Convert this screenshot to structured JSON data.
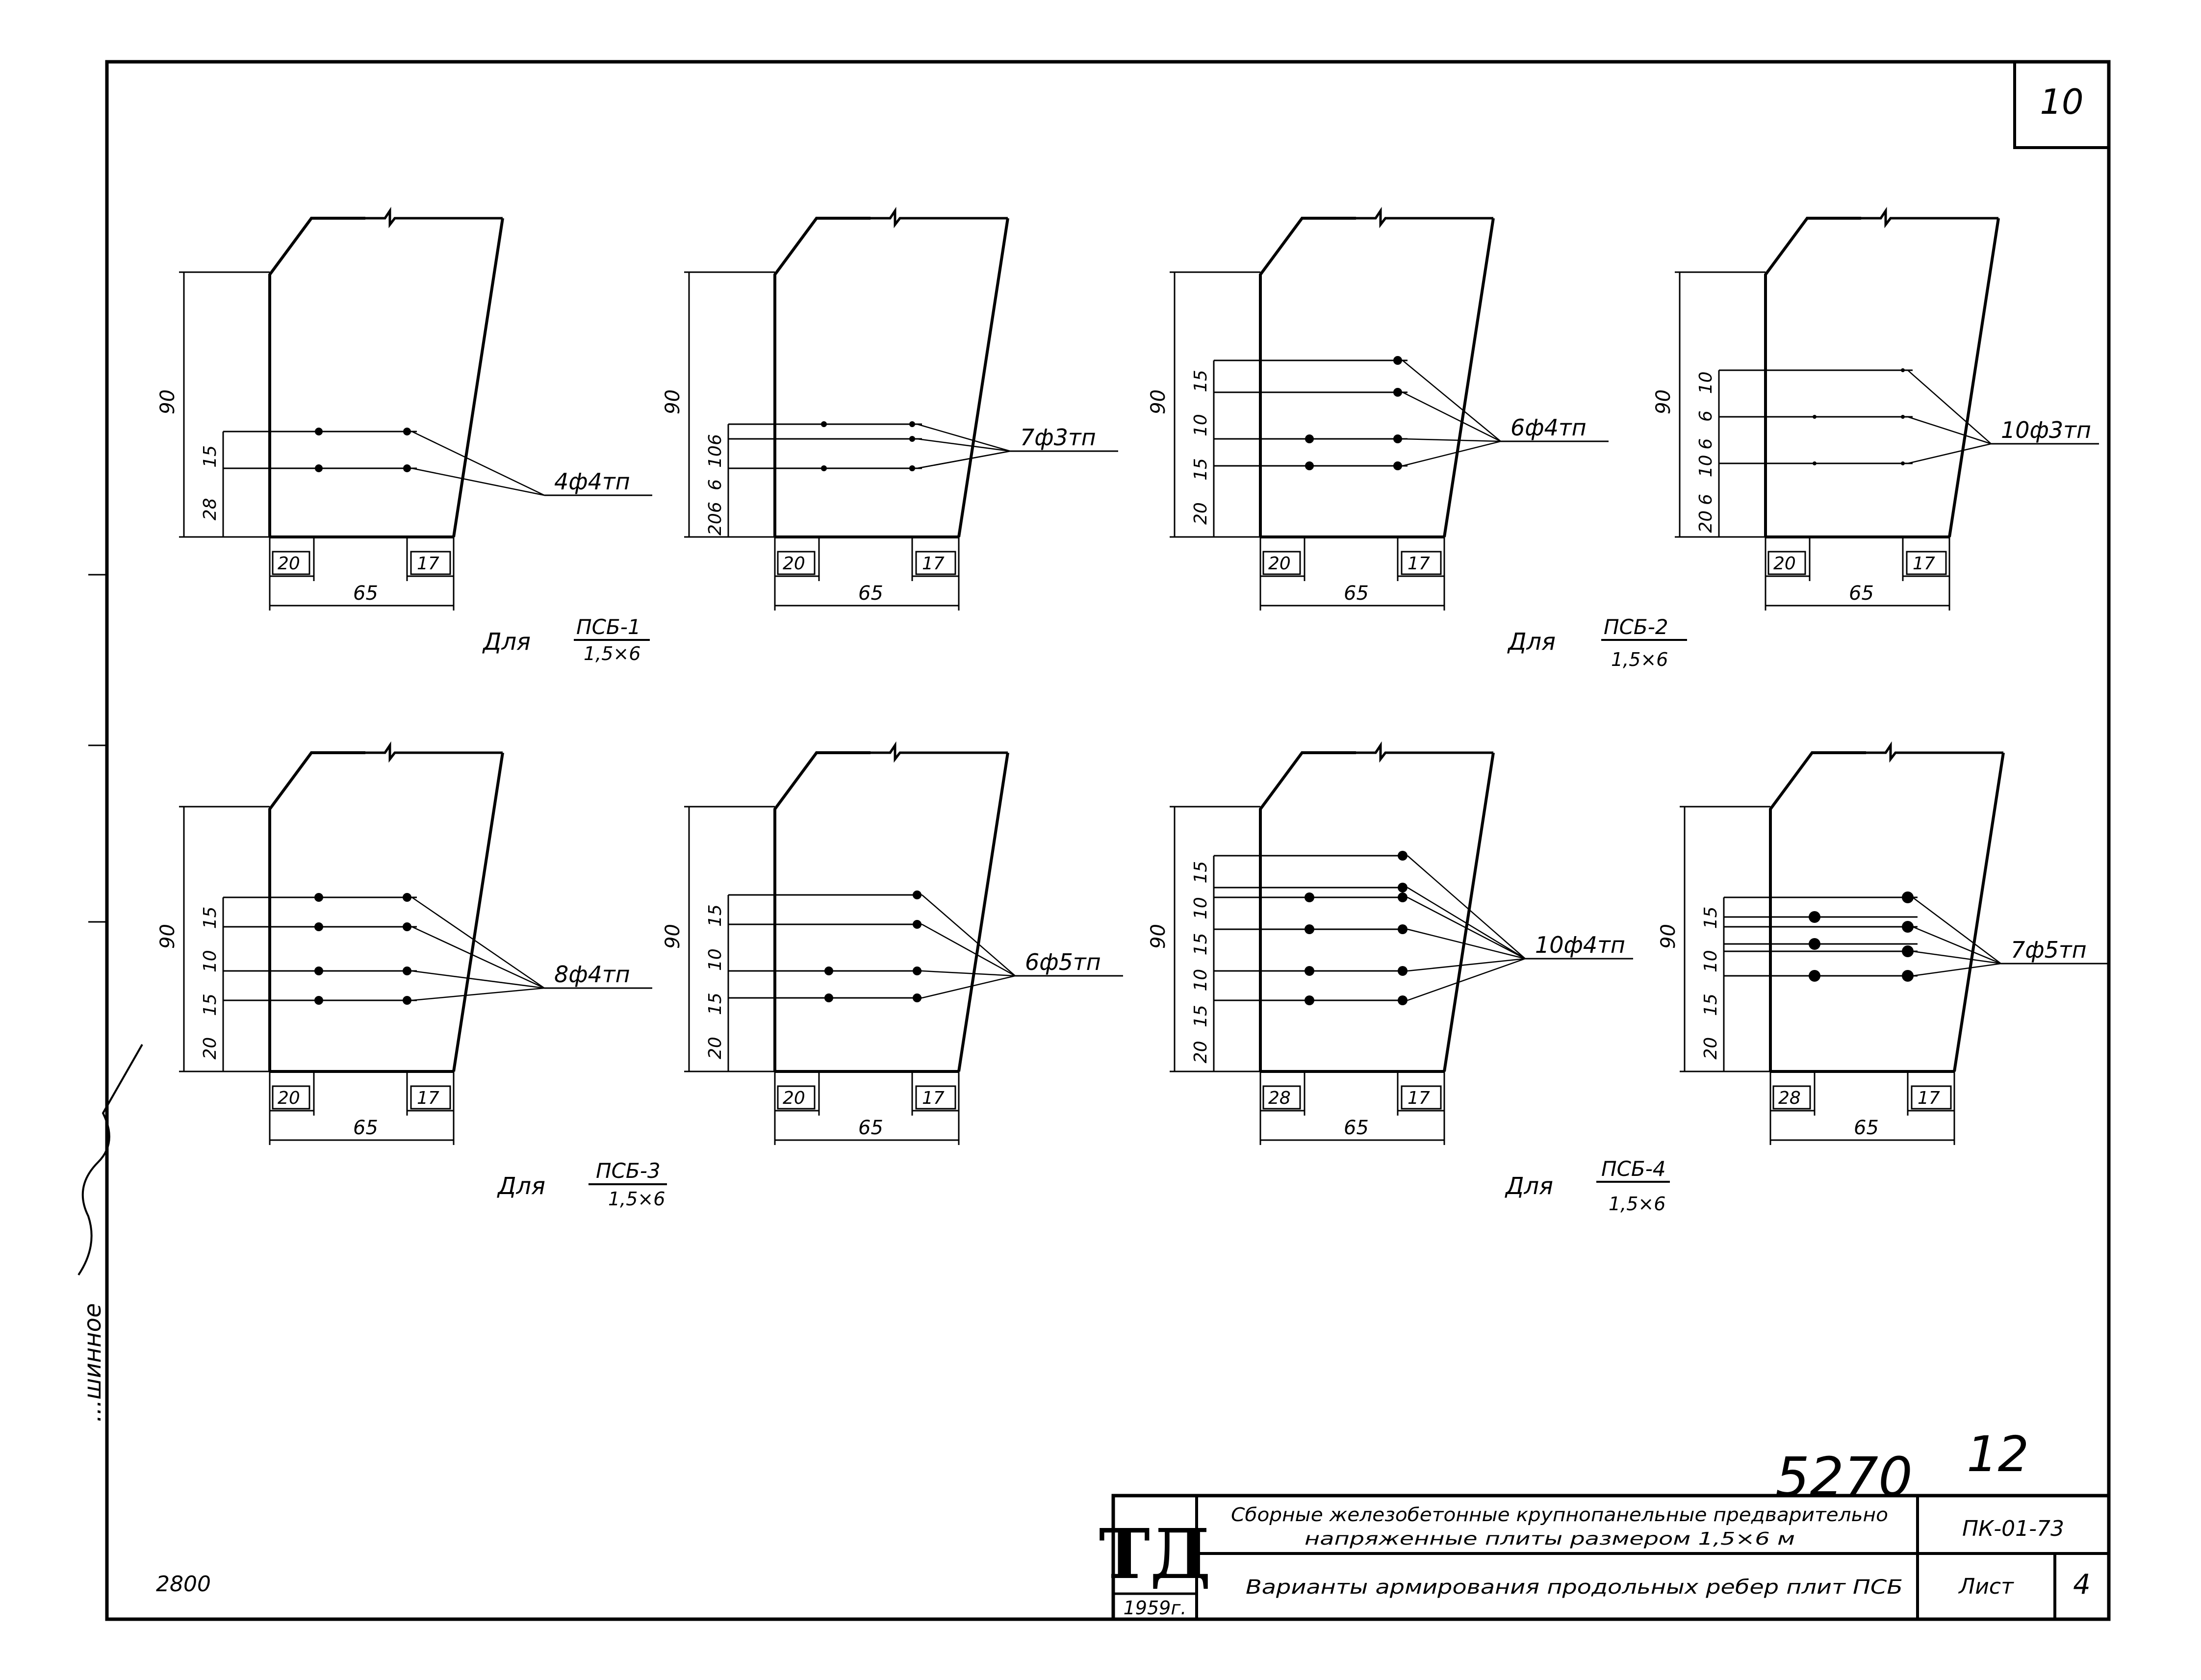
{
  "sheet": {
    "corner_number": "10",
    "archive_number": "5270",
    "archive_sheet": "12",
    "stamp_bottom_left": "2800",
    "margin_note": "...шинное"
  },
  "title_block": {
    "logo": "ТД",
    "year": "1959г.",
    "title_line1": "Сборные железобетонные крупнопанельные предварительно",
    "title_line2": "напряженные плиты размером 1,5×6 м",
    "subtitle": "Варианты армирования продольных ребер плит ПСБ",
    "code": "ПК-01-73",
    "sheet_label": "Лист",
    "sheet_no": "4"
  },
  "captions": {
    "row1_left": {
      "prefix": "Для",
      "num": "ПСБ-1",
      "den": "1,5×6"
    },
    "row1_right": {
      "prefix": "Для",
      "num": "ПСБ-2",
      "den": "1,5×6"
    },
    "row2_left": {
      "prefix": "Для",
      "num": "ПСБ-3",
      "den": "1,5×6"
    },
    "row2_right": {
      "prefix": "Для",
      "num": "ПСБ-4",
      "den": "1,5×6"
    }
  },
  "sections": [
    {
      "label": "4ф4тп",
      "vdims": [
        "90",
        "15",
        "28"
      ],
      "hdims": [
        "20",
        "17",
        "65"
      ]
    },
    {
      "label": "7ф3тп",
      "vdims": [
        "90",
        "6",
        "10",
        "6",
        "6",
        "20"
      ],
      "hdims": [
        "20",
        "17",
        "65"
      ]
    },
    {
      "label": "6ф4тп",
      "vdims": [
        "90",
        "15",
        "10",
        "15",
        "20"
      ],
      "hdims": [
        "20",
        "17",
        "65"
      ]
    },
    {
      "label": "10ф3тп",
      "vdims": [
        "90",
        "10",
        "6",
        "6",
        "10",
        "6",
        "20"
      ],
      "hdims": [
        "20",
        "17",
        "65"
      ]
    },
    {
      "label": "8ф4тп",
      "vdims": [
        "90",
        "15",
        "10",
        "15",
        "20"
      ],
      "hdims": [
        "20",
        "17",
        "65"
      ]
    },
    {
      "label": "6ф5тп",
      "vdims": [
        "90",
        "15",
        "10",
        "15",
        "20"
      ],
      "hdims": [
        "20",
        "17",
        "65"
      ]
    },
    {
      "label": "10ф4тп",
      "vdims": [
        "90",
        "15",
        "10",
        "15",
        "10",
        "15",
        "20"
      ],
      "hdims": [
        "28",
        "17",
        "65"
      ]
    },
    {
      "label": "7ф5тп",
      "vdims": [
        "90",
        "15",
        "10",
        "15",
        "20"
      ],
      "hdims": [
        "28",
        "17",
        "65"
      ]
    }
  ]
}
